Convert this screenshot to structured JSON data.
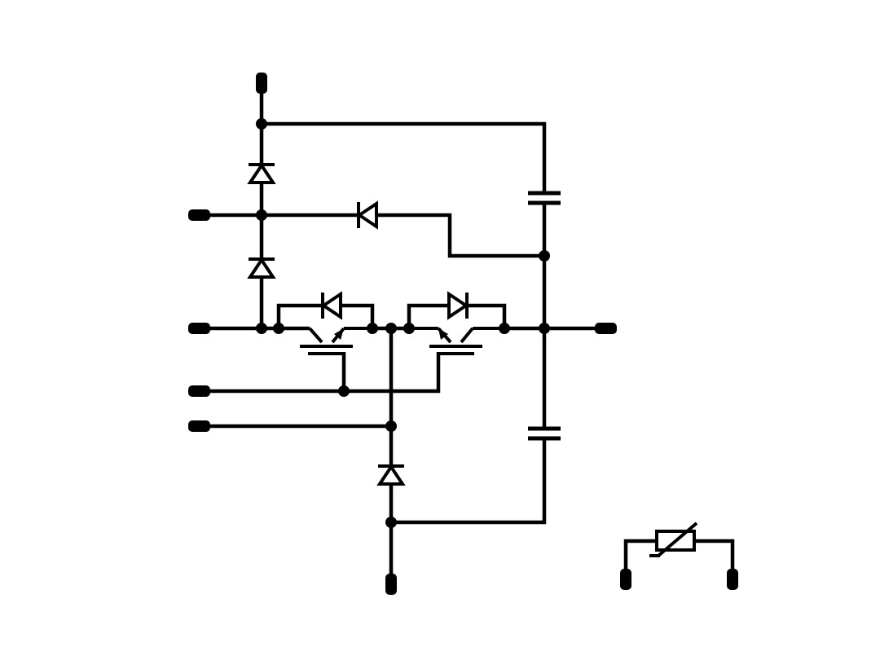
{
  "diagram": {
    "kind": "circuit-schematic",
    "colors": {
      "ink": "#000000",
      "background": "#ffffff"
    },
    "components": {
      "terminals": [
        "terminal-top",
        "terminal-left-1",
        "terminal-left-2",
        "terminal-left-3",
        "terminal-left-4",
        "terminal-right",
        "terminal-bottom",
        "terminal-ntc-left",
        "terminal-ntc-right"
      ],
      "diodes": [
        "diode-upper-vertical-1",
        "diode-upper-vertical-2",
        "diode-horizontal",
        "diode-freewheel-left",
        "diode-freewheel-right",
        "diode-lower-vertical"
      ],
      "transistors": [
        "igbt-left",
        "igbt-right"
      ],
      "capacitors": [
        "capacitor-upper",
        "capacitor-lower"
      ],
      "thermistor": "ntc-thermistor"
    }
  }
}
